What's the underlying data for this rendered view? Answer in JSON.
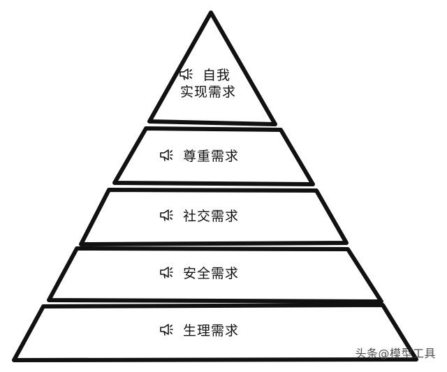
{
  "diagram": {
    "tiers": [
      {
        "lines": [
          "自我",
          "实现需求"
        ],
        "icon": "megaphone-icon"
      },
      {
        "lines": [
          "尊重需求"
        ],
        "icon": "megaphone-icon"
      },
      {
        "lines": [
          "社交需求"
        ],
        "icon": "megaphone-icon"
      },
      {
        "lines": [
          "安全需求"
        ],
        "icon": "megaphone-icon"
      },
      {
        "lines": [
          "生理需求"
        ],
        "icon": "megaphone-icon"
      }
    ],
    "stroke_color": "#111111",
    "fill_color": "#ffffff"
  },
  "watermark": {
    "text": "头条@模型工具"
  }
}
